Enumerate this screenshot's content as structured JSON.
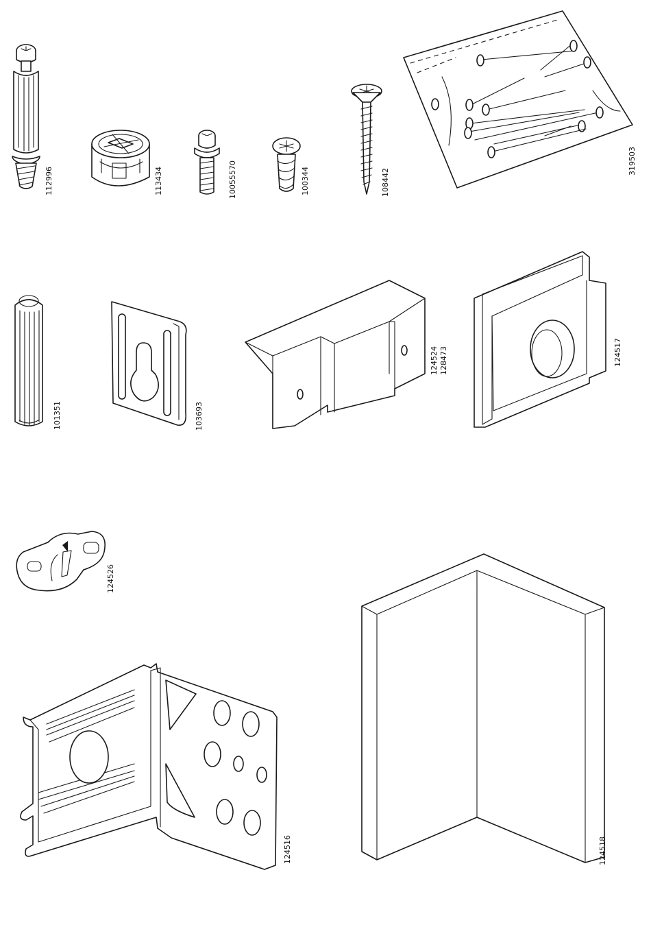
{
  "parts": [
    {
      "id": "p1",
      "number": "112996",
      "icon": "cam-bolt-icon"
    },
    {
      "id": "p2",
      "number": "113434",
      "icon": "cam-lock-icon"
    },
    {
      "id": "p3",
      "number": "10055570",
      "icon": "short-screw-icon"
    },
    {
      "id": "p4",
      "number": "100344",
      "icon": "short-screw-icon"
    },
    {
      "id": "p5",
      "number": "108442",
      "icon": "wood-screw-icon"
    },
    {
      "id": "p6",
      "number": "319503",
      "icon": "nail-bag-icon"
    },
    {
      "id": "p7",
      "number": "101351",
      "icon": "wooden-dowel-icon"
    },
    {
      "id": "p8",
      "number": "103693",
      "icon": "keyhole-plate-icon"
    },
    {
      "id": "p9",
      "numbers": [
        "124524",
        "128473"
      ],
      "icon": "l-bracket-icon"
    },
    {
      "id": "p10",
      "number": "124517",
      "icon": "holed-plate-icon"
    },
    {
      "id": "p11",
      "number": "124526",
      "icon": "key-tool-icon"
    },
    {
      "id": "p12",
      "number": "124516",
      "icon": "corner-bracket-icon"
    },
    {
      "id": "p13",
      "number": "124518",
      "icon": "corner-profile-icon"
    }
  ]
}
